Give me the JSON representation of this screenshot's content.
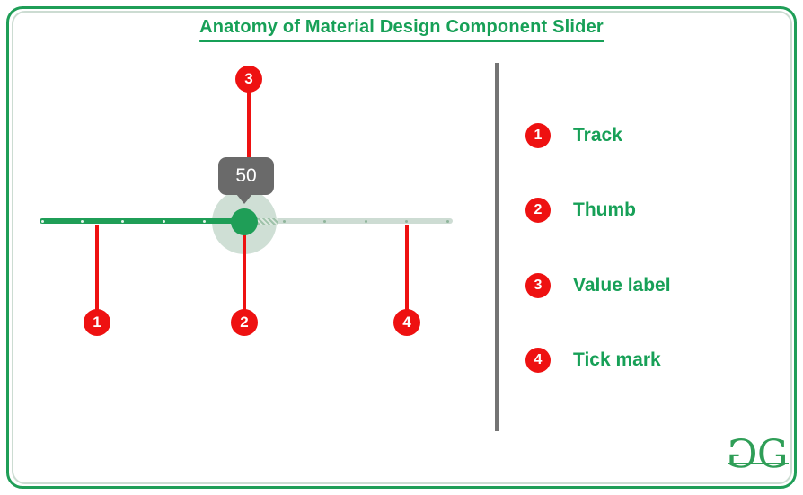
{
  "title": {
    "text": "Anatomy of Material Design Component Slider"
  },
  "slider": {
    "value_label": "50"
  },
  "callouts": [
    {
      "number": "1"
    },
    {
      "number": "2"
    },
    {
      "number": "3"
    },
    {
      "number": "4"
    }
  ],
  "legend": [
    {
      "number": "1",
      "label": "Track"
    },
    {
      "number": "2",
      "label": "Thumb"
    },
    {
      "number": "3",
      "label": "Value label"
    },
    {
      "number": "4",
      "label": "Tick mark"
    }
  ],
  "logo": {
    "letter_left": "G",
    "letter_right": "G"
  },
  "colors": {
    "accent_green": "#17a057",
    "track_active_green": "#1f9e57",
    "track_inactive": "#cddcd3",
    "halo_green": "#cfdfd5",
    "callout_red": "#ee1111",
    "value_label_gray": "#6a6a6a",
    "divider_gray": "#747474"
  }
}
